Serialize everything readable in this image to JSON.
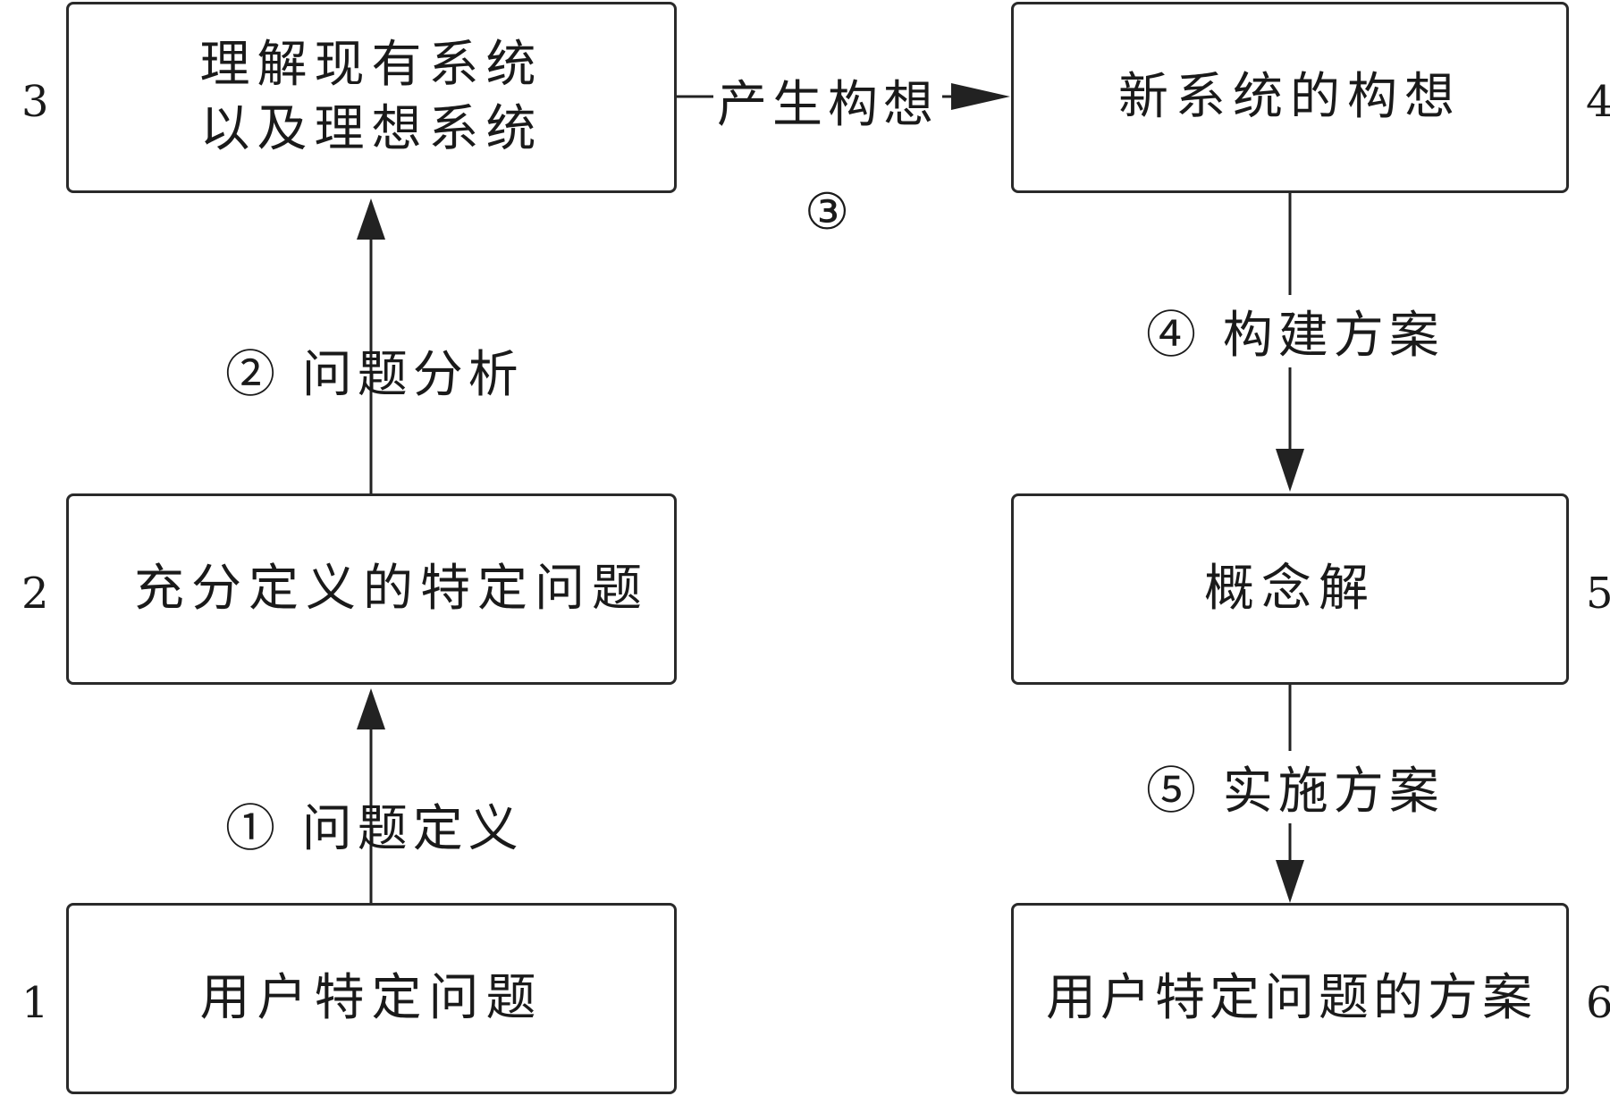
{
  "boxes": {
    "b1": "用户特定问题",
    "b2": "充分定义的特定问题",
    "b3_line1": "理解现有系统",
    "b3_line2": "以及理想系统",
    "b4": "新系统的构想",
    "b5": "概念解",
    "b6": "用户特定问题的方案"
  },
  "step_numbers": {
    "n1": "1",
    "n2": "2",
    "n3": "3",
    "n4": "4",
    "n5": "5",
    "n6": "6"
  },
  "edges": {
    "e1": "① 问题定义",
    "e2": "② 问题分析",
    "e3_text": "产生构想",
    "e3_mark": "③",
    "e4": "④ 构建方案",
    "e5": "⑤ 实施方案"
  }
}
